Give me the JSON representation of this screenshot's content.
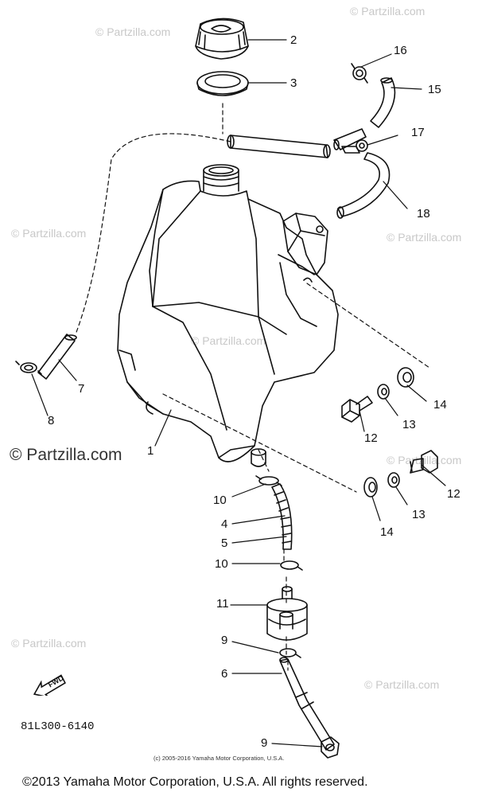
{
  "watermarks": [
    "© Partzilla.com",
    "© Partzilla.com",
    "© Partzilla.com",
    "© Partzilla.com",
    "© Partzilla.com",
    "© Partzilla.com",
    "© Partzilla.com",
    "© Partzilla.com",
    "© Partzilla.com"
  ],
  "callouts": [
    "1",
    "2",
    "3",
    "4",
    "5",
    "6",
    "7",
    "8",
    "9",
    "9",
    "10",
    "10",
    "11",
    "12",
    "12",
    "13",
    "13",
    "14",
    "14",
    "15",
    "16",
    "17",
    "18"
  ],
  "diagram_code": "81L300-6140",
  "fwd_label": "FWD",
  "small_copyright": "(c) 2005-2016 Yamaha Motor Corporation, U.S.A.",
  "copyright": "©2013 Yamaha Motor Corporation, U.S.A. All rights reserved."
}
